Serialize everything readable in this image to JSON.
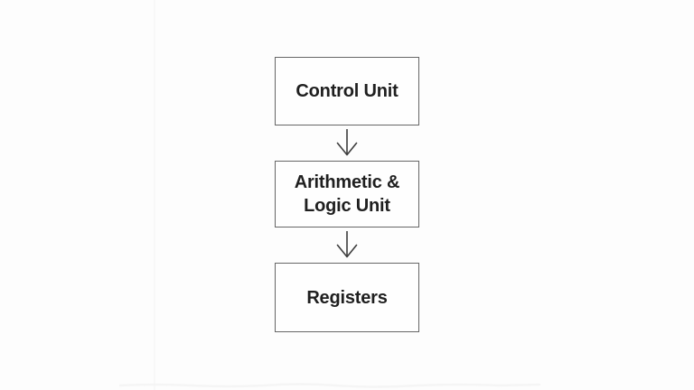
{
  "diagram": {
    "description": "Vertical flow diagram of CPU components",
    "nodes": [
      {
        "id": "control-unit",
        "label": "Control Unit"
      },
      {
        "id": "arithmetic-logic-unit",
        "label": "Arithmetic & Logic Unit"
      },
      {
        "id": "registers",
        "label": "Registers"
      }
    ],
    "connectors": [
      {
        "from": "control-unit",
        "to": "arithmetic-logic-unit",
        "type": "arrow-down"
      },
      {
        "from": "arithmetic-logic-unit",
        "to": "registers",
        "type": "arrow-down"
      }
    ],
    "colors": {
      "background": "#fdfdfd",
      "box_fill": "#fefefe",
      "box_border": "#666666",
      "text": "#1f1f1f",
      "arrow": "#3d3d3d"
    }
  }
}
